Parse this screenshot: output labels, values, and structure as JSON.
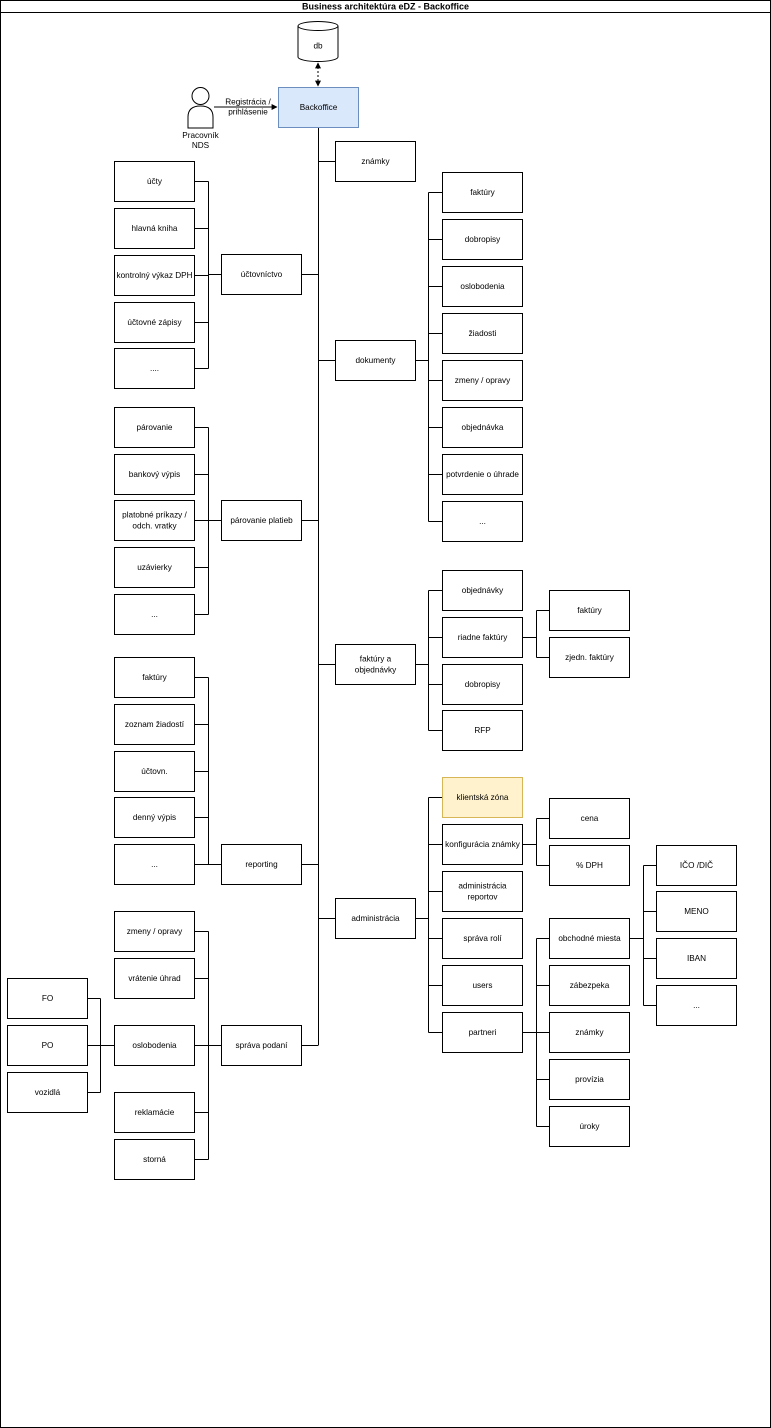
{
  "title": "Business architektúra eDZ - Backoffice",
  "actor": {
    "label": "Pracovník NDS",
    "lines": [
      "Pracovník",
      "NDS"
    ]
  },
  "database": {
    "label": "db"
  },
  "login_edge": {
    "label": "Registrácia / prihlásenie",
    "lines": [
      "Registrácia /",
      "prihlásenie"
    ]
  },
  "root": {
    "label": "Backoffice",
    "fill": "#dae8fc",
    "stroke": "#6c8ebf"
  },
  "highlight": {
    "fill": "#fff2cc",
    "stroke": "#d6b656"
  },
  "left_branches": [
    {
      "label": "účtovníctvo",
      "children": [
        "účty",
        "hlavná kniha",
        "kontrolný výkaz DPH",
        "účtovné zápisy",
        "...."
      ]
    },
    {
      "label": "párovanie platieb",
      "children": [
        "párovanie",
        "bankový výpis",
        "platobné príkazy / odch. vratky",
        "uzávierky",
        "..."
      ]
    },
    {
      "label": "reporting",
      "children": [
        "faktúry",
        "zoznam žiadostí",
        "účtovn.",
        "denný výpis",
        "..."
      ]
    },
    {
      "label": "správa podaní",
      "children": [
        "zmeny / opravy",
        "vrátenie úhrad",
        "oslobodenia",
        "reklamácie",
        "storná"
      ],
      "sub_of_2": [
        "FO",
        "PO",
        "vozidlá"
      ]
    }
  ],
  "right_branches": [
    {
      "label": "známky",
      "children": []
    },
    {
      "label": "dokumenty",
      "children": [
        "faktúry",
        "dobropisy",
        "oslobodenia",
        "žiadosti",
        "zmeny / opravy",
        "objednávka",
        "potvrdenie o úhrade",
        "..."
      ]
    },
    {
      "label": "faktúry a objednávky",
      "children": [
        "objednávky",
        "riadne faktúry",
        "dobropisy",
        "RFP"
      ],
      "sub_of_1": [
        "faktúry",
        "zjedn. faktúry"
      ]
    },
    {
      "label": "administrácia",
      "children": [
        "klientská zóna",
        "konfigurácia známky",
        "administrácia reportov",
        "správa rolí",
        "users",
        "partneri"
      ],
      "sub_of_1": [
        "cena",
        "% DPH"
      ],
      "sub_of_5": [
        "obchodné miesta",
        "zábezpeka",
        "známky",
        "provízia",
        "úroky"
      ],
      "sub_sub": [
        "IČO /DIČ",
        "MENO",
        "IBAN",
        "..."
      ]
    }
  ]
}
